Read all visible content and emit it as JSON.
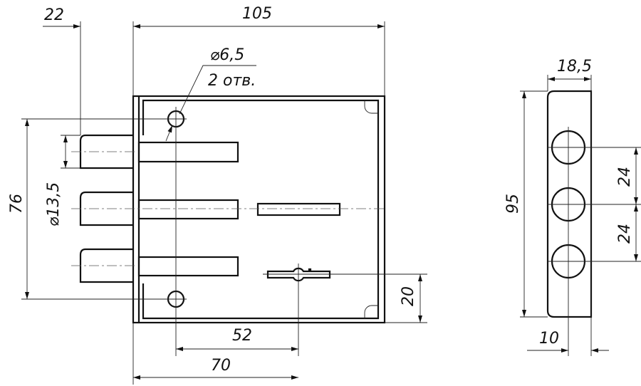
{
  "front_view": {
    "dim_bolt_projection": "22",
    "dim_body_width": "105",
    "dim_hole_diameter": "⌀6,5",
    "dim_hole_count": "2 отв.",
    "dim_hole_spacing_vertical": "76",
    "dim_bolt_diameter": "⌀13,5",
    "dim_keyhole_height": "20",
    "dim_hole_to_key": "52",
    "dim_key_offset": "70"
  },
  "side_view": {
    "dim_width": "18,5",
    "dim_height": "95",
    "dim_bolt_spacing_1": "24",
    "dim_bolt_spacing_2": "24",
    "dim_bolt_offset": "10"
  }
}
